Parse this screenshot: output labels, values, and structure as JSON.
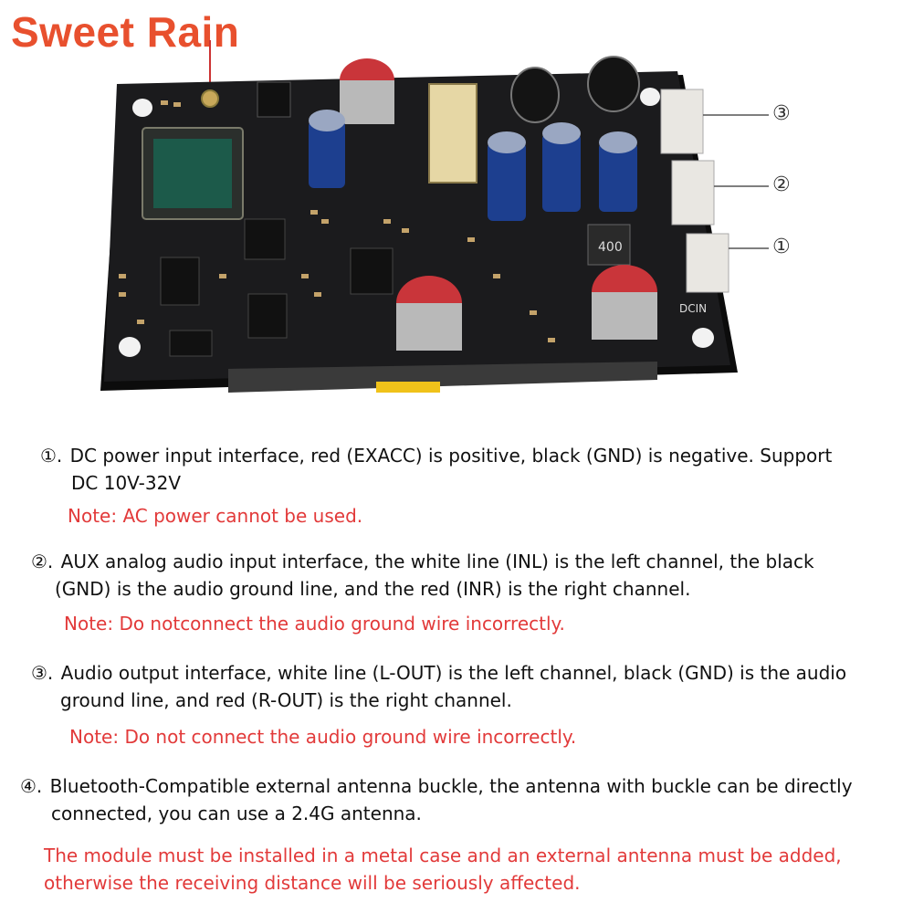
{
  "brand": "Sweet Rain",
  "callouts": [
    "③",
    "②",
    "①"
  ],
  "items": [
    {
      "num": "①.",
      "line1": "DC power input interface, red (EXACC) is positive, black (GND) is negative. Support",
      "line2": "DC 10V-32V",
      "note": "Note: AC power cannot be used."
    },
    {
      "num": "②.",
      "line1": "AUX analog audio input interface, the white line (INL) is the left channel, the black",
      "line2": "(GND) is the audio ground line, and the red (INR) is the right channel.",
      "note": "Note: Do notconnect the audio ground wire incorrectly."
    },
    {
      "num": "③.",
      "line1": "Audio output interface, white line (L-OUT) is the left channel, black (GND) is the audio",
      "line2": "ground line, and red (R-OUT) is the right channel.",
      "note": "Note: Do not connect the audio ground wire incorrectly."
    },
    {
      "num": "④.",
      "line1": "Bluetooth-Compatible external antenna buckle, the antenna with buckle can be directly",
      "line2": "connected, you can use a 2.4G antenna.",
      "note": ""
    }
  ],
  "final_note": {
    "line1": "The module must be installed in a metal case and an external antenna must be added,",
    "line2": "otherwise the receiving distance will be seriously affected."
  },
  "board_labels": {
    "dcin": "DCIN",
    "ic_label": "400"
  },
  "colors": {
    "brand": "#e8502e",
    "note": "#e23a3a",
    "pcb": "#1b1b1d",
    "capacitor_blue": "#1d3f8f",
    "capacitor_red": "#c9353a",
    "connector": "#e9e7e2"
  }
}
